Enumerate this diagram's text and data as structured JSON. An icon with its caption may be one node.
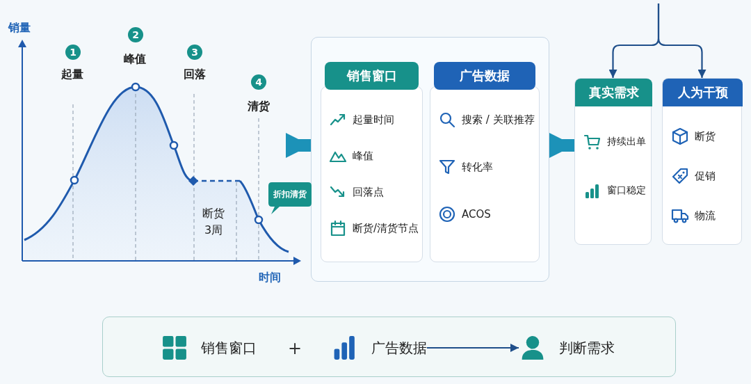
{
  "diagram": {
    "nodes": [
      {
        "text": [],
        "shape": "box"
      },
      {
        "text": [
          "销售窗口",
          "起量时间",
          "峰值",
          "回落点",
          "断货/清货节点"
        ],
        "in": 0
      },
      {
        "text": [
          "广告数据",
          "搜索 / 关联推荐",
          "转化率",
          "ACOS"
        ],
        "in": 0
      },
      {
        "text": [
          "真实需求",
          "持续出单",
          "窗口稳定"
        ]
      },
      {
        "text": [
          "人为干预",
          "断货",
          "促销",
          "物流"
        ]
      },
      {
        "text": [],
        "shape": "box"
      },
      {
        "text": [
          "销售窗口"
        ],
        "in": 5
      },
      {
        "text": [
          "广告数据"
        ],
        "in": 5
      },
      {
        "text": [
          "判断需求"
        ],
        "in": 5
      },
      {
        "text": [
          "折扣清货"
        ]
      }
    ],
    "edges": [
      {
        "from": null,
        "to": 0,
        "arrow": "to",
        "style": "thick"
      },
      {
        "from": 0,
        "to": 3,
        "arrow": "to",
        "style": "thick"
      },
      {
        "from": null,
        "to": 3,
        "arrow": "to"
      },
      {
        "from": null,
        "to": 4,
        "arrow": "to"
      },
      {
        "from": 7,
        "to": 8,
        "arrow": "to"
      }
    ],
    "labels": [
      "销量",
      "1",
      "起量",
      "2",
      "峰值",
      "3",
      "回落",
      "4",
      "清货",
      "断货 3周",
      "时间",
      "+"
    ]
  }
}
